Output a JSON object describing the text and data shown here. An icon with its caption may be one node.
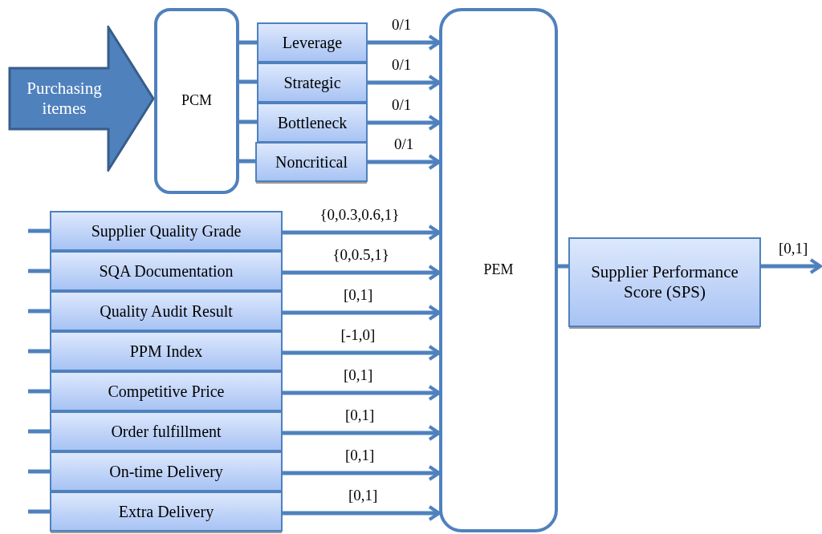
{
  "diagram": {
    "nodes": [
      {
        "text": [
          "Purchasing itemes"
        ]
      },
      {
        "text": [
          "PCM"
        ]
      },
      {
        "text": [
          "Leverage"
        ]
      },
      {
        "text": [
          "Strategic"
        ]
      },
      {
        "text": [
          "Bottleneck"
        ]
      },
      {
        "text": [
          "Noncritical"
        ]
      },
      {
        "text": [
          "PEM"
        ]
      },
      {
        "text": [
          "Supplier Quality Grade"
        ]
      },
      {
        "text": [
          "SQA Documentation"
        ]
      },
      {
        "text": [
          "Quality Audit Result"
        ]
      },
      {
        "text": [
          "PPM Index"
        ]
      },
      {
        "text": [
          "Competitive Price"
        ]
      },
      {
        "text": [
          "Order fulfillment"
        ]
      },
      {
        "text": [
          "On-time Delivery"
        ]
      },
      {
        "text": [
          "Extra Delivery"
        ]
      },
      {
        "text": [
          "Supplier Performance Score (SPS)"
        ]
      }
    ],
    "edges": [
      {
        "from": 1,
        "to": 2,
        "arrow": "none"
      },
      {
        "from": 1,
        "to": 3,
        "arrow": "none"
      },
      {
        "from": 1,
        "to": 4,
        "arrow": "none"
      },
      {
        "from": 1,
        "to": 5,
        "arrow": "none"
      },
      {
        "from": 2,
        "to": 6,
        "arrow": "to",
        "label": "0/1"
      },
      {
        "from": 3,
        "to": 6,
        "arrow": "to",
        "label": "0/1"
      },
      {
        "from": 4,
        "to": 6,
        "arrow": "to",
        "label": "0/1"
      },
      {
        "from": 5,
        "to": 6,
        "arrow": "to",
        "label": "0/1"
      },
      {
        "from": null,
        "to": 7,
        "arrow": "none"
      },
      {
        "from": null,
        "to": 8,
        "arrow": "none"
      },
      {
        "from": null,
        "to": 9,
        "arrow": "none"
      },
      {
        "from": null,
        "to": 10,
        "arrow": "none"
      },
      {
        "from": null,
        "to": 11,
        "arrow": "none"
      },
      {
        "from": null,
        "to": 12,
        "arrow": "none"
      },
      {
        "from": null,
        "to": 13,
        "arrow": "none"
      },
      {
        "from": null,
        "to": 14,
        "arrow": "none"
      },
      {
        "from": 7,
        "to": 6,
        "arrow": "to",
        "label": "{0,0.3,0.6,1}"
      },
      {
        "from": 8,
        "to": 6,
        "arrow": "to",
        "label": "{0,0.5,1}"
      },
      {
        "from": 9,
        "to": 6,
        "arrow": "to",
        "label": "[0,1]"
      },
      {
        "from": 10,
        "to": 6,
        "arrow": "to",
        "label": "[-1,0]"
      },
      {
        "from": 11,
        "to": 6,
        "arrow": "to",
        "label": "[0,1]"
      },
      {
        "from": 12,
        "to": 6,
        "arrow": "to",
        "label": "[0,1]"
      },
      {
        "from": 13,
        "to": 6,
        "arrow": "to",
        "label": "[0,1]"
      },
      {
        "from": 14,
        "to": 6,
        "arrow": "to",
        "label": "[0,1]"
      },
      {
        "from": 6,
        "to": 15,
        "arrow": "none"
      },
      {
        "from": 15,
        "to": null,
        "arrow": "to",
        "label": "[0,1]"
      }
    ]
  }
}
